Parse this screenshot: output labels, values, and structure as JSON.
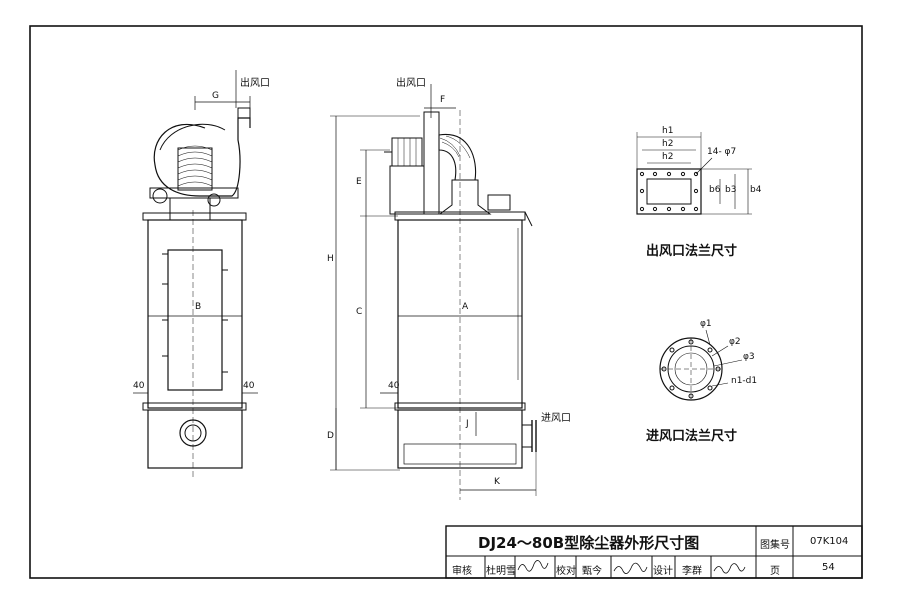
{
  "labels": {
    "outlet_left": "出风口",
    "outlet_mid": "出风口",
    "inlet": "进风口",
    "G": "G",
    "F": "F",
    "B": "B",
    "A": "A",
    "H": "H",
    "C": "C",
    "E": "E",
    "D": "D",
    "J": "J",
    "K": "K",
    "dim40_l1": "40",
    "dim40_l2": "40",
    "dim40_m": "40",
    "h1": "h1",
    "h2a": "h2",
    "h2b": "h2",
    "b6": "b6",
    "b3": "b3",
    "b4": "b4",
    "holes": "14- φ7",
    "phi1": "φ1",
    "phi2": "φ2",
    "phi3": "φ3",
    "n1d1": "n1-d1"
  },
  "captions": {
    "outlet_flange": "出风口法兰尺寸",
    "inlet_flange": "进风口法兰尺寸"
  },
  "title_block": {
    "title": "DJ24～80B型除尘器外形尺寸图",
    "atlas_label": "图集号",
    "atlas_no": "07K104",
    "review_label": "审核",
    "reviewer": "杜明雪",
    "check_label": "校对",
    "checker": "甄今",
    "design_label": "设计",
    "designer": "李群",
    "page_label": "页",
    "page_no": "54"
  }
}
